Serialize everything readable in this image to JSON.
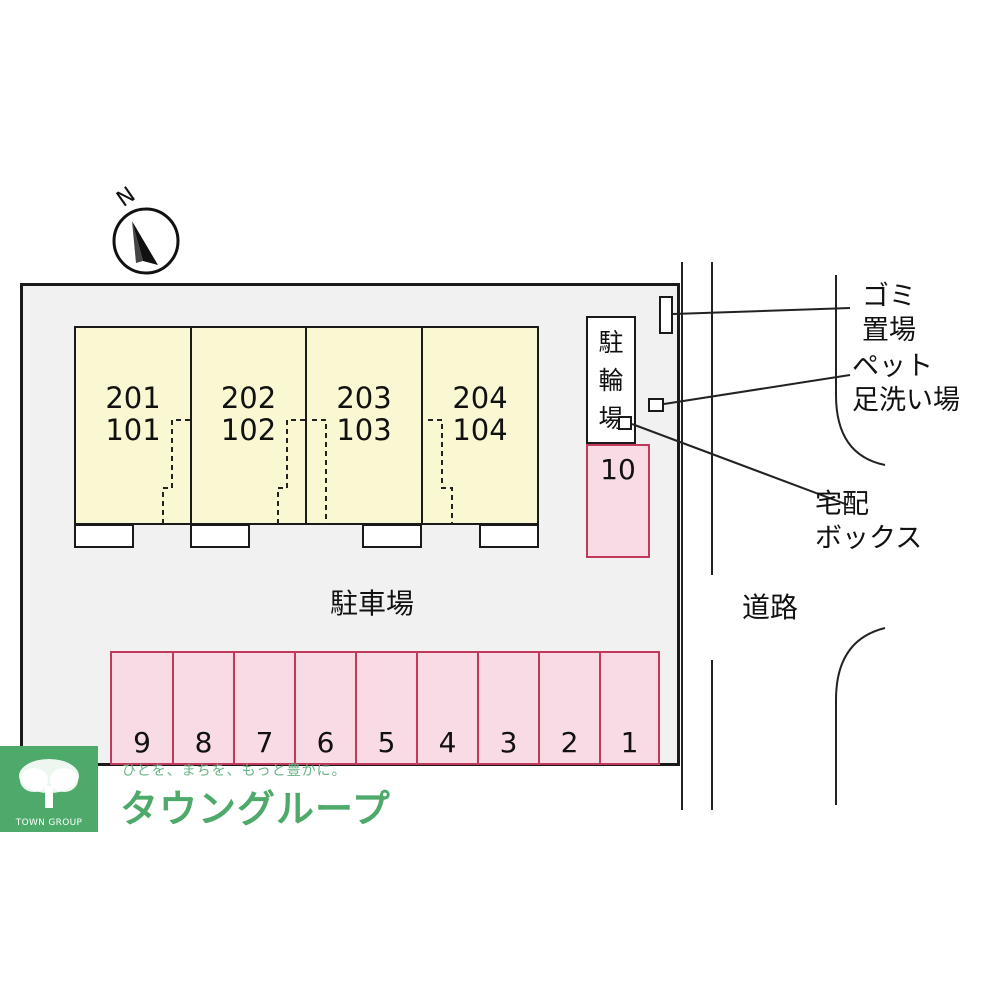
{
  "compass": {
    "north_label": "N"
  },
  "buildings": [
    {
      "upper": "201",
      "lower": "101"
    },
    {
      "upper": "202",
      "lower": "102"
    },
    {
      "upper": "203",
      "lower": "103"
    },
    {
      "upper": "204",
      "lower": "104"
    }
  ],
  "parking": {
    "label": "駐車場",
    "spaces": [
      "9",
      "8",
      "7",
      "6",
      "5",
      "4",
      "3",
      "2",
      "1"
    ],
    "extra_space": "10"
  },
  "bicycle_parking": {
    "label": "駐輪場"
  },
  "callouts": {
    "garbage": "ゴミ\n置場",
    "pet_wash": "ペット\n足洗い場",
    "delivery_box": "宅配\nボックス"
  },
  "road": {
    "label": "道路"
  },
  "brand": {
    "tagline": "ひとを、まちを、もっと豊かに。",
    "name": "タウングループ",
    "logo_text": "TOWN GROUP"
  },
  "colors": {
    "unit_fill": "#faf8d2",
    "parking_fill": "#f8dbe5",
    "parking_border": "#c23a5b",
    "brand_green": "#4daa6a"
  }
}
